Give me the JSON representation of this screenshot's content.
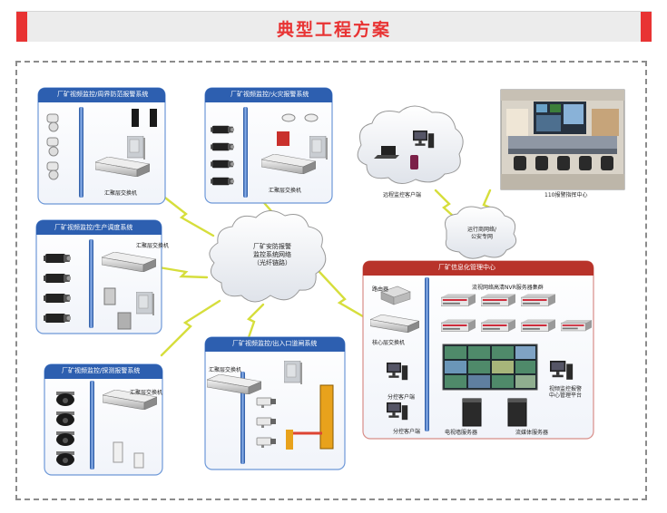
{
  "header": {
    "title": "典型工程方案"
  },
  "colors": {
    "accent": "#e83333",
    "panel_header": "#2d5fb0",
    "panel_border": "#5b8fd6",
    "trunk": "#3a72c8",
    "link": "#d8e040",
    "info_center_header": "#b8332a"
  },
  "panels": {
    "perimeter": {
      "title": "厂矿视频监控/周界防范报警系统",
      "switch_label": "汇聚层交换机"
    },
    "fire": {
      "title": "厂矿视频监控/火灾报警系统",
      "switch_label": "汇聚层交换机"
    },
    "production": {
      "title": "厂矿视频监控/生产调度系统",
      "switch_label": "汇聚层交换机"
    },
    "detection": {
      "title": "厂矿视频监控/探测报警系统",
      "switch_label": "汇聚层交换机"
    },
    "gate": {
      "title": "厂矿视频监控/出入口道闸系统",
      "switch_label": "汇聚层交换机"
    }
  },
  "cloud_main": {
    "line1": "厂矿安防报警",
    "line2": "监控系统网络",
    "line3": "（光纤链路）"
  },
  "cloud_remote": {
    "label": "远程监控客户端"
  },
  "cloud_operator": {
    "line1": "运行商网络/",
    "line2": "公安专网"
  },
  "command_center": {
    "label": "110报警指挥中心"
  },
  "info_center": {
    "title": "厂矿信息化管理中心",
    "router_label": "路由器",
    "core_switch_label": "核心层交换机",
    "storage_label": "流视网络高清NVR服务器集群",
    "client1_label": "分控客户端",
    "client2_label": "分控客户端",
    "video_platform_label": "视频监控报警中心管理平台",
    "tv_server_label": "电视墙服务器",
    "stream_server_label": "流媒体服务器"
  }
}
